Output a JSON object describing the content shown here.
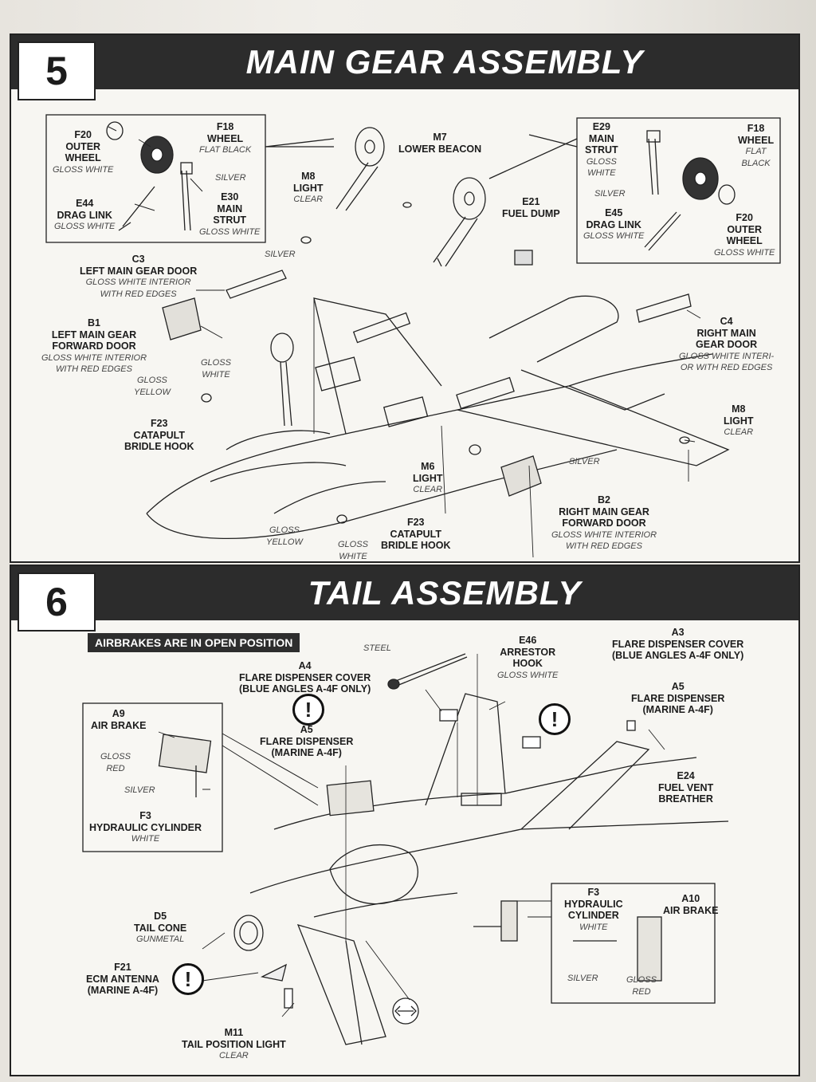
{
  "step5": {
    "number": "5",
    "title": "MAIN GEAR ASSEMBLY",
    "labels": {
      "f20_left": {
        "part": "F20",
        "name": [
          "OUTER",
          "WHEEL"
        ],
        "color": [
          "GLOSS WHITE"
        ]
      },
      "f18_left": {
        "part": "F18",
        "name": [
          "WHEEL"
        ],
        "color": [
          "FLAT BLACK"
        ]
      },
      "silver_left": {
        "color": [
          "SILVER"
        ]
      },
      "e44": {
        "part": "E44",
        "name": [
          "DRAG LINK"
        ],
        "color": [
          "GLOSS WHITE"
        ]
      },
      "e30": {
        "part": "E30",
        "name": [
          "MAIN",
          "STRUT"
        ],
        "color": [
          "GLOSS WHITE"
        ]
      },
      "m8_top": {
        "part": "M8",
        "name": [
          "LIGHT"
        ],
        "color": [
          "CLEAR"
        ]
      },
      "m7": {
        "part": "M7",
        "name": [
          "LOWER BEACON"
        ],
        "color": []
      },
      "e29": {
        "part": "E29",
        "name": [
          "MAIN",
          "STRUT"
        ],
        "color": [
          "GLOSS",
          "WHITE"
        ]
      },
      "f18_right": {
        "part": "F18",
        "name": [
          "WHEEL"
        ],
        "color": [
          "FLAT",
          "BLACK"
        ]
      },
      "silver_right_inset": {
        "color": [
          "SILVER"
        ]
      },
      "e45": {
        "part": "E45",
        "name": [
          "DRAG LINK"
        ],
        "color": [
          "GLOSS WHITE"
        ]
      },
      "f20_right": {
        "part": "F20",
        "name": [
          "OUTER",
          "WHEEL"
        ],
        "color": [
          "GLOSS WHITE"
        ]
      },
      "e21": {
        "part": "E21",
        "name": [
          "FUEL DUMP"
        ],
        "color": []
      },
      "silver_mid": {
        "color": [
          "SILVER"
        ]
      },
      "c3": {
        "part": "C3",
        "name": [
          "LEFT MAIN GEAR DOOR"
        ],
        "color": [
          "GLOSS WHITE INTERIOR",
          "WITH RED EDGES"
        ]
      },
      "b1": {
        "part": "B1",
        "name": [
          "LEFT MAIN GEAR",
          "FORWARD DOOR"
        ],
        "color": [
          "GLOSS WHITE INTERIOR",
          "WITH RED EDGES"
        ]
      },
      "c4": {
        "part": "C4",
        "name": [
          "RIGHT MAIN",
          "GEAR DOOR"
        ],
        "color": [
          "GLOSS WHITE INTERI-",
          "OR WITH RED EDGES"
        ]
      },
      "gloss_white_hook": {
        "color": [
          "GLOSS",
          "WHITE"
        ]
      },
      "gloss_yellow_hook": {
        "color": [
          "GLOSS",
          "YELLOW"
        ]
      },
      "f23_top": {
        "part": "F23",
        "name": [
          "CATAPULT",
          "BRIDLE HOOK"
        ],
        "color": []
      },
      "m8_right": {
        "part": "M8",
        "name": [
          "LIGHT"
        ],
        "color": [
          "CLEAR"
        ]
      },
      "silver_wing": {
        "color": [
          "SILVER"
        ]
      },
      "m6": {
        "part": "M6",
        "name": [
          "LIGHT"
        ],
        "color": [
          "CLEAR"
        ]
      },
      "b2": {
        "part": "B2",
        "name": [
          "RIGHT MAIN GEAR",
          "FORWARD DOOR"
        ],
        "color": [
          "GLOSS WHITE INTERIOR",
          "WITH RED EDGES"
        ]
      },
      "gloss_yellow_bottom": {
        "color": [
          "GLOSS",
          "YELLOW"
        ]
      },
      "gloss_white_bottom": {
        "color": [
          "GLOSS",
          "WHITE"
        ]
      },
      "f23_bottom": {
        "part": "F23",
        "name": [
          "CATAPULT",
          "BRIDLE HOOK"
        ],
        "color": []
      }
    }
  },
  "step6": {
    "number": "6",
    "title": "TAIL ASSEMBLY",
    "note": "AIRBRAKES ARE IN OPEN POSITION",
    "labels": {
      "steel": {
        "color": [
          "STEEL"
        ]
      },
      "e46": {
        "part": "E46",
        "name": [
          "ARRESTOR",
          "HOOK"
        ],
        "color": [
          "GLOSS WHITE"
        ]
      },
      "a3": {
        "part": "A3",
        "name": [
          "FLARE DISPENSER COVER",
          "(BLUE ANGLES A-4F ONLY)"
        ],
        "color": []
      },
      "a4": {
        "part": "A4",
        "name": [
          "FLARE DISPENSER COVER",
          "(BLUE ANGLES A-4F ONLY)"
        ],
        "color": []
      },
      "a5_left": {
        "part": "A5",
        "name": [
          "FLARE DISPENSER",
          "(MARINE A-4F)"
        ],
        "color": []
      },
      "a5_right": {
        "part": "A5",
        "name": [
          "FLARE DISPENSER",
          "(MARINE A-4F)"
        ],
        "color": []
      },
      "e24": {
        "part": "E24",
        "name": [
          "FUEL VENT",
          "BREATHER"
        ],
        "color": []
      },
      "a9": {
        "part": "A9",
        "name": [
          "AIR BRAKE"
        ],
        "color": []
      },
      "gloss_red_left": {
        "color": [
          "GLOSS",
          "RED"
        ]
      },
      "silver_left": {
        "color": [
          "SILVER"
        ]
      },
      "f3_left": {
        "part": "F3",
        "name": [
          "HYDRAULIC CYLINDER"
        ],
        "color": [
          "WHITE"
        ]
      },
      "f3_right": {
        "part": "F3",
        "name": [
          "HYDRAULIC",
          "CYLINDER"
        ],
        "color": [
          "WHITE"
        ]
      },
      "a10": {
        "part": "A10",
        "name": [
          "AIR BRAKE"
        ],
        "color": []
      },
      "silver_right": {
        "color": [
          "SILVER"
        ]
      },
      "gloss_red_right": {
        "color": [
          "GLOSS",
          "RED"
        ]
      },
      "d5": {
        "part": "D5",
        "name": [
          "TAIL CONE"
        ],
        "color": [
          "GUNMETAL"
        ]
      },
      "f21": {
        "part": "F21",
        "name": [
          "ECM ANTENNA",
          "(MARINE A-4F)"
        ],
        "color": []
      },
      "m11": {
        "part": "M11",
        "name": [
          "TAIL POSITION LIGHT"
        ],
        "color": [
          "CLEAR"
        ]
      }
    }
  }
}
